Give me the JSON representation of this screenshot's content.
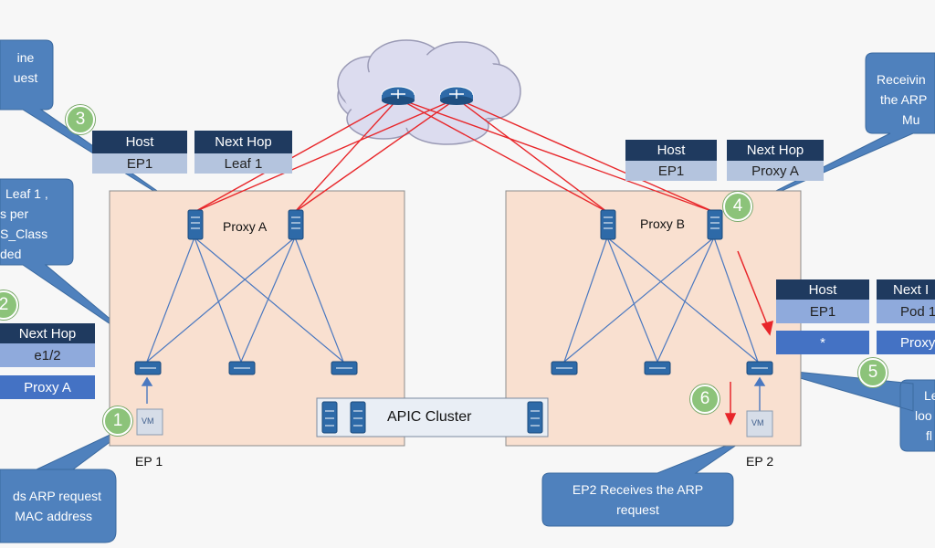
{
  "routing_tables": {
    "pod1_proxy": {
      "host_header": "Host",
      "next_hop_header": "Next Hop",
      "host": "EP1",
      "next_hop": "Leaf 1"
    },
    "pod2_proxy": {
      "host_header": "Host",
      "next_hop_header": "Next Hop",
      "host": "EP1",
      "next_hop": "Proxy A"
    },
    "pod1_leaf": {
      "next_hop_header": "Next Hop",
      "row1": "e1/2",
      "row2": "Proxy A"
    },
    "pod2_leaf": {
      "host_header": "Host",
      "next_hop_header": "Next I",
      "host1": "EP1",
      "next_hop1": "Pod 1",
      "host2": "*",
      "next_hop2": "Proxy"
    }
  },
  "labels": {
    "proxy_a": "Proxy A",
    "proxy_b": "Proxy B",
    "apic_cluster": "APIC Cluster",
    "ep1": "EP 1",
    "ep2": "EP 2",
    "vm": "VM"
  },
  "steps": [
    "1",
    "2",
    "3",
    "4",
    "5",
    "6"
  ],
  "callouts": {
    "c_top_left": [
      "ine",
      "uest"
    ],
    "c_mid_left": [
      "Leaf 1 ,",
      "s per",
      "S_Class",
      "ded"
    ],
    "c_bottom_left": [
      "ds ARP request",
      "MAC address"
    ],
    "c_top_right": [
      "Receivin",
      "the ARP",
      "Mu"
    ],
    "c_bottom_right": [
      "Le",
      "loo",
      "fl"
    ],
    "c_ep2": [
      "EP2 Receives the ARP",
      "request"
    ]
  },
  "colors": {
    "callout": "#4f81bd",
    "pod_fill": "#f9e0d0",
    "step": "#8cc37a",
    "link_red": "#e8262a",
    "link_blue": "#4a78c0"
  }
}
